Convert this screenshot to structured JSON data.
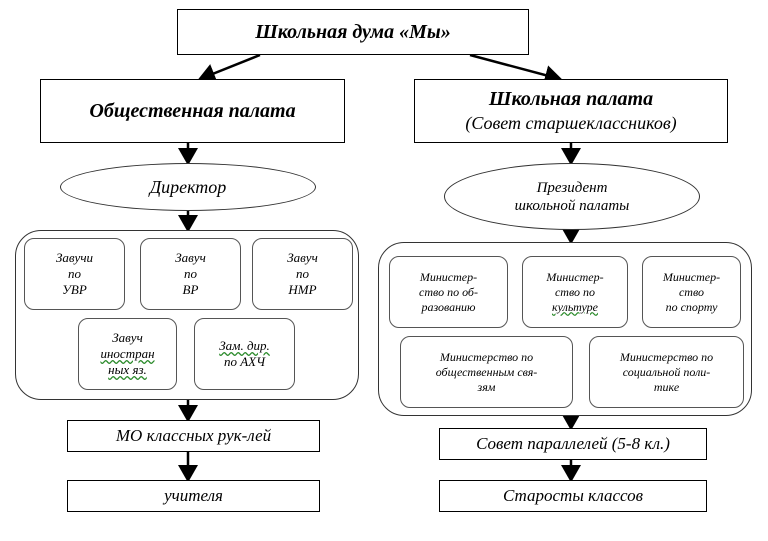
{
  "top": {
    "title": "Школьная дума «Мы»"
  },
  "left": {
    "header": "Общественная палата",
    "director": "Директор",
    "deputies": [
      {
        "lines": [
          "Завучи",
          "по",
          "УВР"
        ]
      },
      {
        "lines": [
          "Завуч",
          "по",
          "ВР"
        ]
      },
      {
        "lines": [
          "Завуч",
          "по",
          "НМР"
        ]
      },
      {
        "lines": [
          "Завуч",
          "иностран",
          "ных яз."
        ]
      },
      {
        "lines": [
          "Зам. дир.",
          "по АХЧ"
        ]
      }
    ],
    "mo": "МО классных рук-лей",
    "teachers": "учителя"
  },
  "right": {
    "header_line1": "Школьная палата",
    "header_line2": "(Совет старшеклассников)",
    "president_line1": "Президент",
    "president_line2": "школьной палаты",
    "ministries": [
      {
        "lines": [
          "Министер-",
          "ство по об-",
          "разованию"
        ]
      },
      {
        "lines": [
          "Министер-",
          "ство по",
          "культуре"
        ]
      },
      {
        "lines": [
          "Министер-",
          "ство",
          "по спорту"
        ]
      },
      {
        "lines": [
          "Министерство по",
          "общественным свя-",
          "зям"
        ]
      },
      {
        "lines": [
          "Министерство по",
          "социальной поли-",
          "тике"
        ]
      }
    ],
    "council": "Совет параллелей (5-8 кл.)",
    "heads": "Старосты классов"
  }
}
